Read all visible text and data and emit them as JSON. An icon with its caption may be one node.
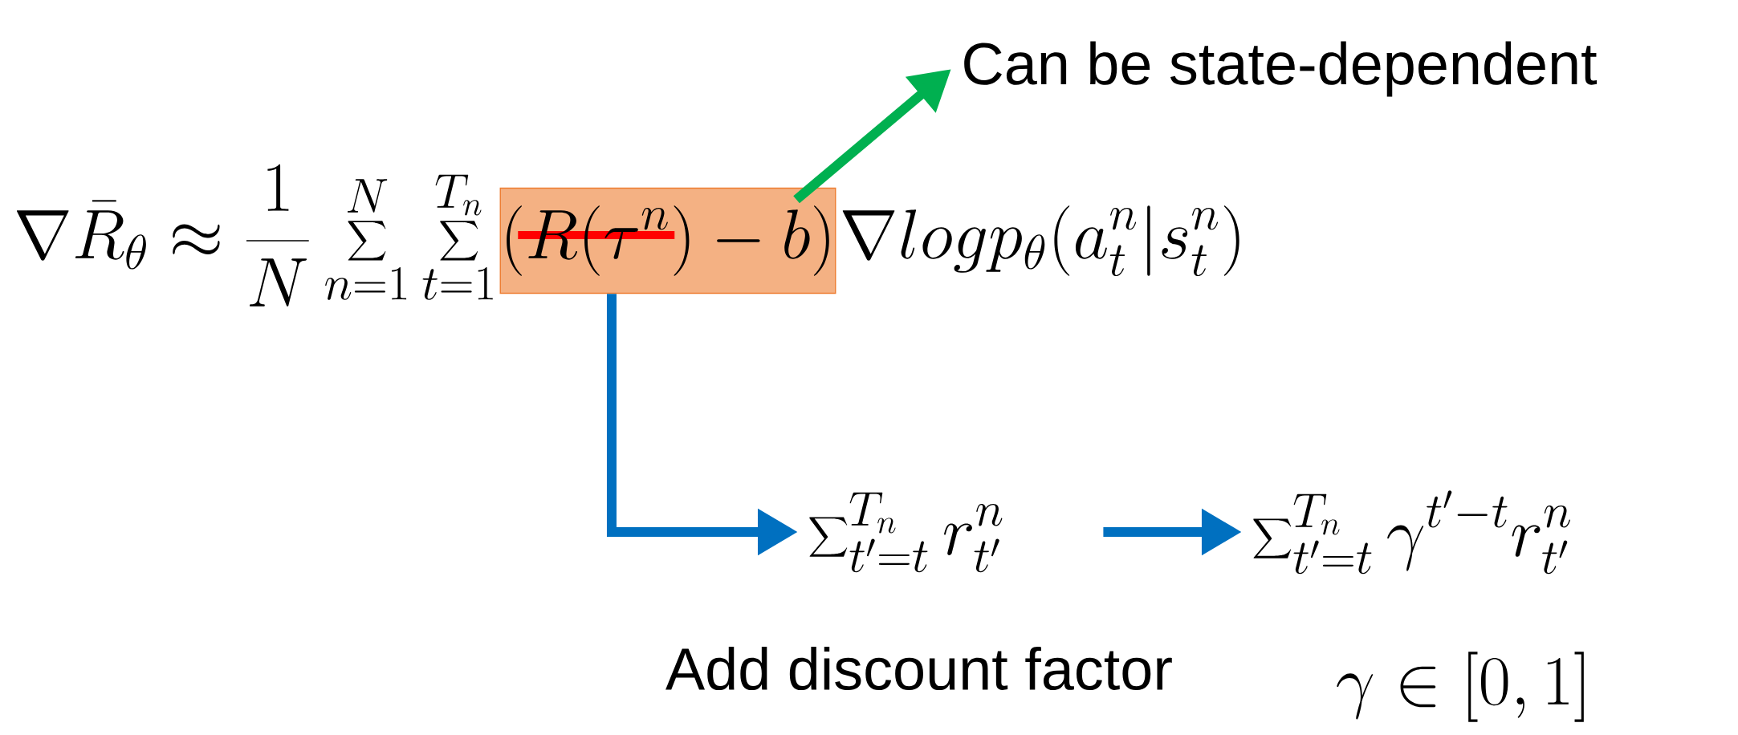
{
  "diagram": {
    "nodes": [
      {
        "text": [
          "(R(\\tau^n)-b)"
        ],
        "beside": [
          "\\nabla log p_\\theta(a_t^n|s_t^n)"
        ]
      },
      {
        "text": [
          "Can be state-dependent"
        ]
      },
      {
        "text": [
          "\\sum\\nolimits_{t'=t}^{T_n} r_{t'}^{n}"
        ]
      },
      {
        "text": [
          "\\sum\\nolimits_{t'=t}^{T_n} \\gamma^{t'-t} r_{t'}^{n}"
        ]
      }
    ],
    "edges": [
      {
        "from": 0,
        "to": 1,
        "arrow": "to",
        "color": "#00b050"
      },
      {
        "from": 0,
        "to": 2,
        "arrow": "to",
        "color": "#0070c0"
      },
      {
        "from": 2,
        "to": 3,
        "arrow": "to",
        "color": "#0070c0"
      }
    ],
    "labels": [
      "\\nabla \\bar{R}_\\theta \\approx \\frac{1}{N}\\sum_{n=1}^{N}\\sum_{t=1}^{T_n}",
      "Add discount factor",
      "\\gamma \\in [0,1]"
    ]
  }
}
